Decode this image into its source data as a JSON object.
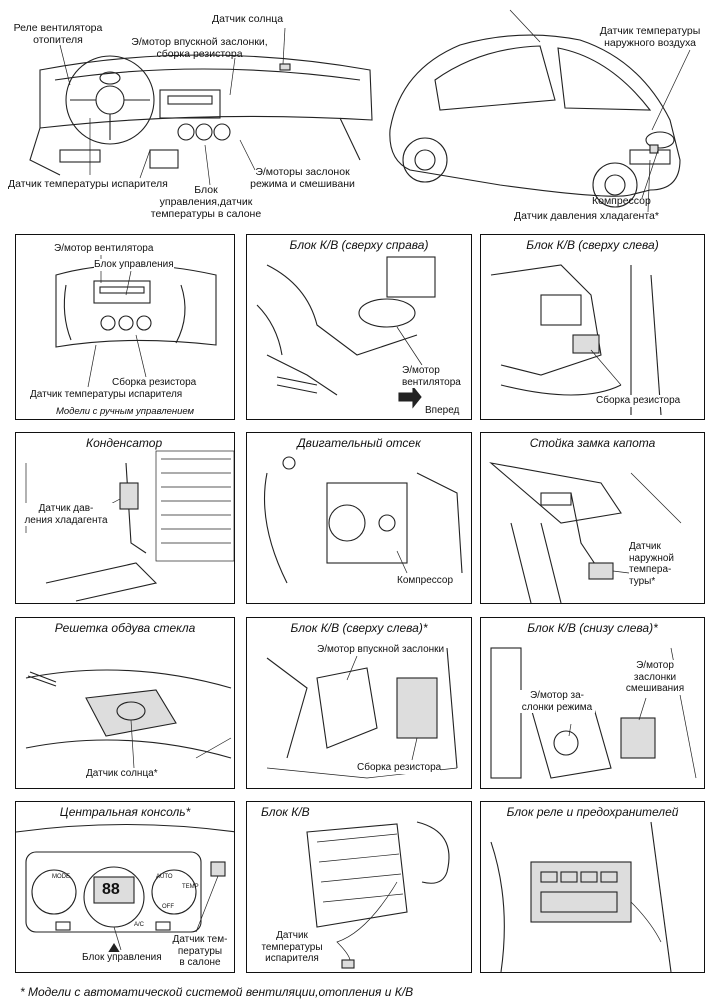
{
  "top": {
    "dashboard": {
      "rele_ventilyatora": "Реле вентилятора\nотопителя",
      "datchik_solntsa": "Датчик солнца",
      "motor_vpusk": "Э/мотор впускной заслонки,\nсборка резистора",
      "datchik_isparitelya": "Датчик температуры испарителя",
      "blok_upravleniya": "Блок\nуправления,датчик\nтемпературы в салоне",
      "motory_zaslonok": "Э/моторы заслонок\nрежима и смешивани"
    },
    "car": {
      "datchik_naruzh": "Датчик температуры\nнаружного воздуха",
      "kompressor": "Компрессор",
      "datchik_davleniya": "Датчик давления хладагента*"
    }
  },
  "panels": {
    "p1": {
      "title": "",
      "motor_ventilyatora": "Э/мотор вентилятора",
      "blok_upravleniya": "Блок управления",
      "sborka_rezistora": "Сборка резистора",
      "datchik_isparitelya": "Датчик температуры испарителя",
      "caption": "Модели с ручным управлением"
    },
    "p2": {
      "title": "Блок К/В (сверху справа)",
      "motor_ventilyatora": "Э/мотор\nвентилятора",
      "vpered": "Вперед"
    },
    "p3": {
      "title": "Блок К/В (сверху слева)",
      "sborka_rezistora": "Сборка резистора"
    },
    "p4": {
      "title": "Конденсатор",
      "datchik_davleniya": "Датчик дав-\nления хладагента"
    },
    "p5": {
      "title": "Двигательный отсек",
      "kompressor": "Компрессор"
    },
    "p6": {
      "title": "Стойка замка капота",
      "datchik": "Датчик\nнаружной\nтемпера-\nтуры*"
    },
    "p7": {
      "title": "Решетка обдува стекла",
      "datchik_solntsa": "Датчик солнца*"
    },
    "p8": {
      "title": "Блок К/В (сверху слева)*",
      "motor_vpusk": "Э/мотор впускной заслонки",
      "sborka_rezistora": "Сборка резистора"
    },
    "p9": {
      "title": "Блок К/В (снизу слева)*",
      "motor_smesh": "Э/мотор\nзаслонки\nсмешивания",
      "motor_rezhima": "Э/мотор за-\nслонки режима"
    },
    "p10": {
      "title": "Центральная консоль*",
      "datchik_temp": "Датчик тем-\nпературы\nв салоне",
      "blok_upravleniya": "Блок управления",
      "mode": "MODE",
      "auto": "AUTO",
      "temp": "TEMP",
      "off": "OFF",
      "ac": "A/C",
      "display": "88"
    },
    "p11": {
      "title": "Блок К/В",
      "datchik_isparitelya": "Датчик\nтемпературы\nиспарителя"
    },
    "p12": {
      "title": "Блок реле и предохранителей"
    }
  },
  "footnote": "* Модели с автоматической системой вентиляции,отопления и К/В"
}
